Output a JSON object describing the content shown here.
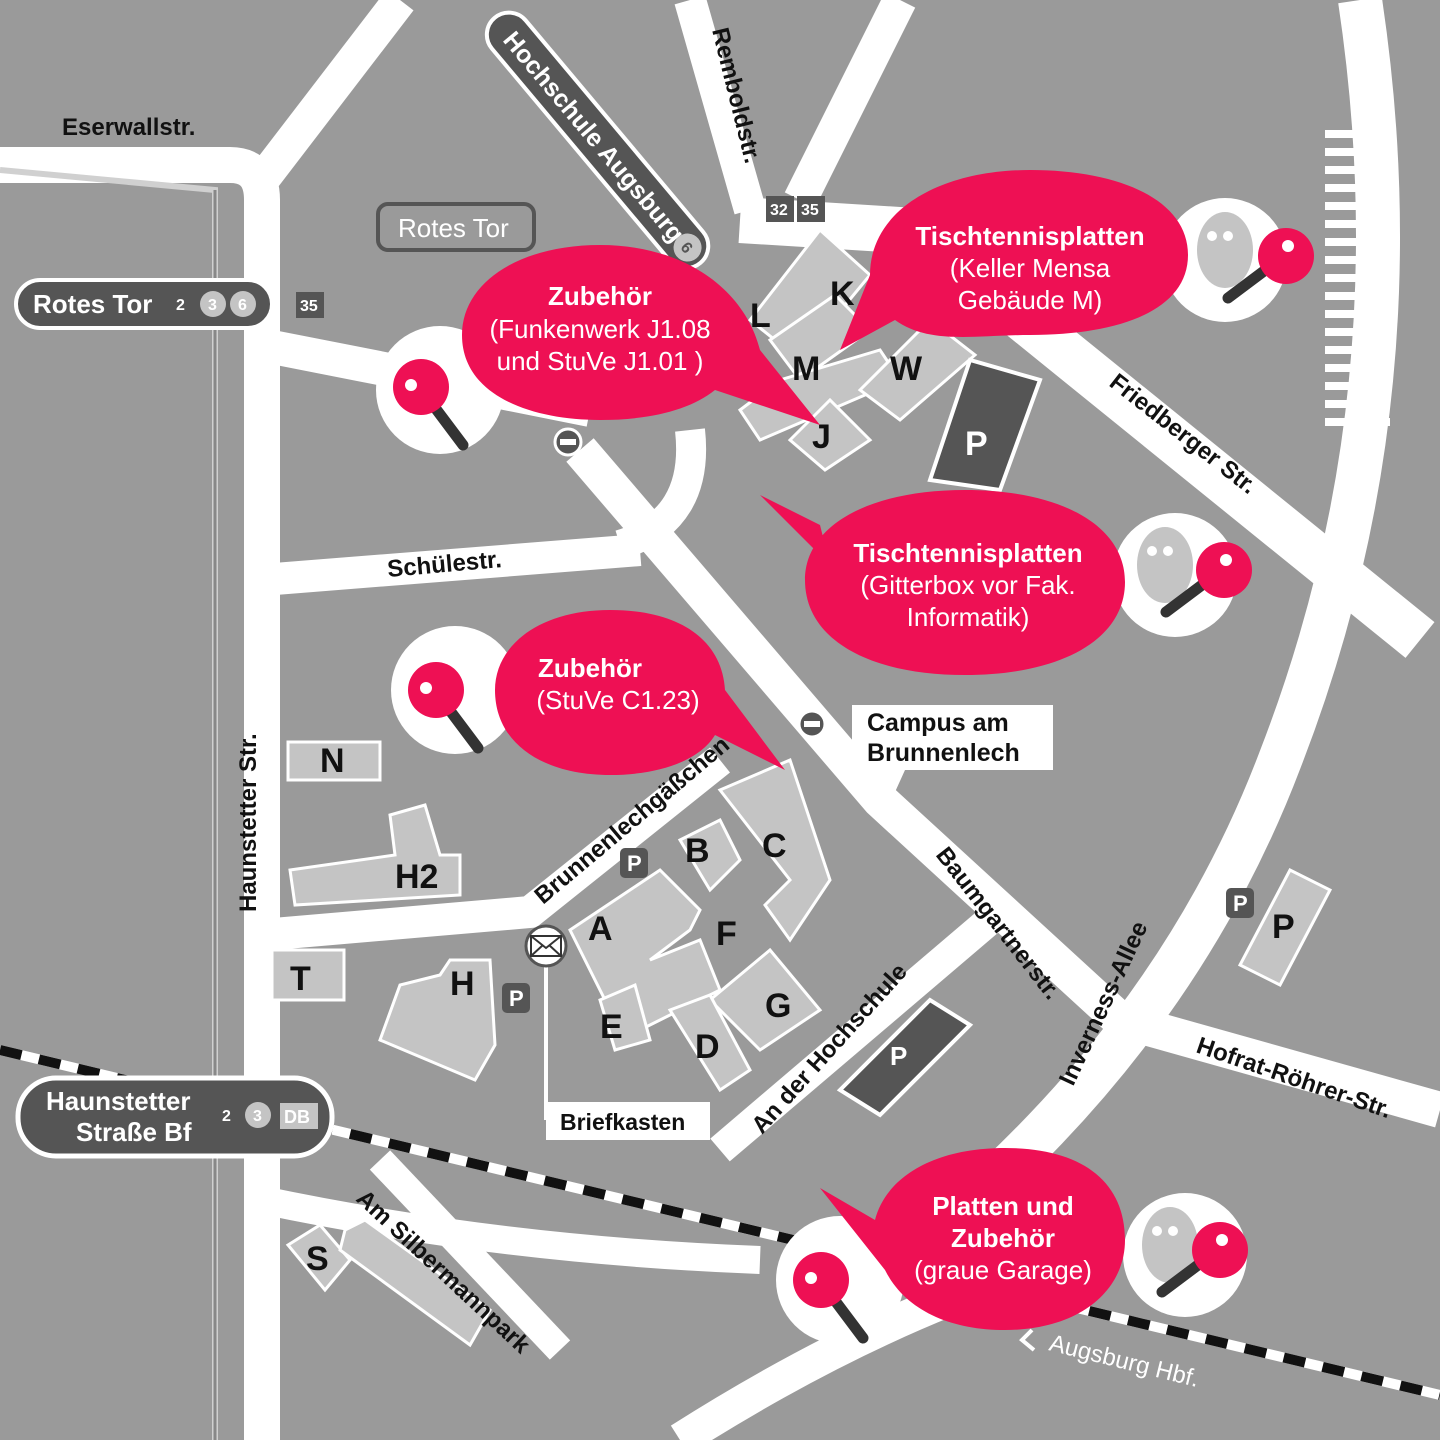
{
  "streets": {
    "eserwall": "Eserwallstr.",
    "rembold": "Remboldstr.",
    "friedberger": "Friedberger Str.",
    "schuele": "Schülestr.",
    "haunstetter": "Haunstetter Str.",
    "brunnenlech": "Brunnenlechgäßchen",
    "baumgartner": "Baumgartnerstr.",
    "an_der_hochschule": "An der Hochschule",
    "inverness": "Inverness-Allee",
    "hofrat": "Hofrat-Röhrer-Str.",
    "silbermann": "Am Silbermannpark",
    "hbf": "Augsburg Hbf."
  },
  "stops": {
    "hochschule": {
      "label": "Hochschule Augsburg",
      "lines": [
        "6"
      ]
    },
    "rotes_tor_tram": {
      "label": "Rotes Tor",
      "lines": [
        "2",
        "3",
        "6"
      ]
    },
    "rotes_tor_bus": {
      "label": "Rotes Tor"
    },
    "bus_35": "35",
    "bus_32": "32",
    "bus_35b": "35",
    "haunstetter_bf": {
      "line1": "Haunstetter",
      "line2": "Straße Bf",
      "lines": [
        "2",
        "3"
      ],
      "db": "DB"
    }
  },
  "buildings": [
    "K",
    "L",
    "M",
    "W",
    "J",
    "P",
    "N",
    "H2",
    "T",
    "H",
    "A",
    "B",
    "C",
    "F",
    "G",
    "D",
    "E",
    "S",
    "P",
    "P"
  ],
  "parking_small": [
    "P",
    "P",
    "P"
  ],
  "bubbles": [
    {
      "title": "Zubehör",
      "sub": [
        "(Funkenwerk J1.08",
        "und StuVe J1.01 )"
      ]
    },
    {
      "title": "Tischtennisplatten",
      "sub": [
        "(Keller Mensa",
        "Gebäude M)"
      ]
    },
    {
      "title": "Tischtennisplatten",
      "sub": [
        "(Gitterbox vor Fak.",
        "Informatik)"
      ]
    },
    {
      "title": "Zubehör",
      "sub": [
        "(StuVe C1.23)"
      ]
    },
    {
      "title": "Platten und",
      "sub": [
        "Zubehör",
        "(graue Garage)"
      ]
    }
  ],
  "campus_label": [
    "Campus am",
    "Brunnenlech"
  ],
  "briefkasten": "Briefkasten",
  "colors": {
    "background": "#9a9a9a",
    "road": "#ffffff",
    "building": "#c4c4c4",
    "accent": "#ee1054",
    "dark": "#555555"
  }
}
